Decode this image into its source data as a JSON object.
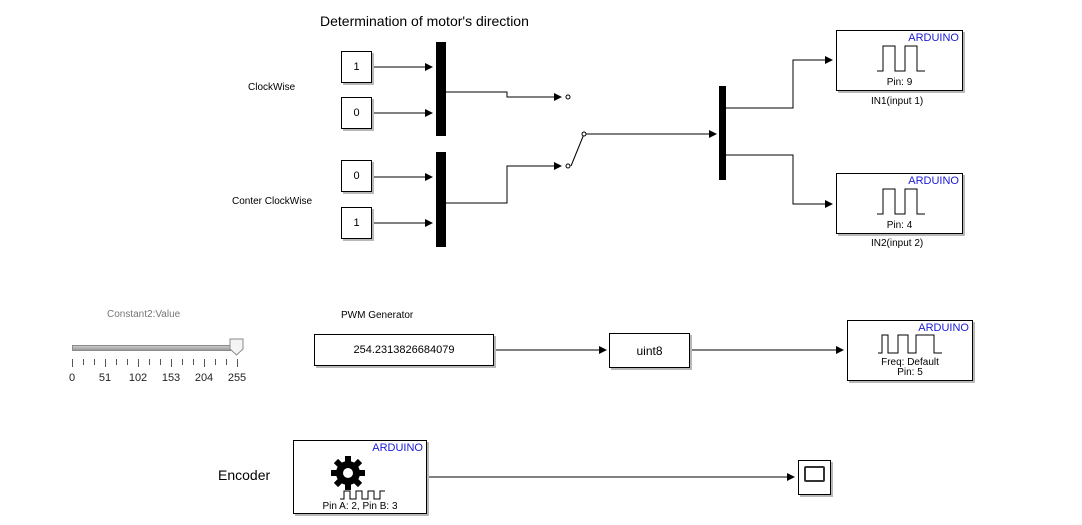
{
  "title": "Determination of motor's direction",
  "labels": {
    "clockwise": "ClockWise",
    "counter_clockwise": "Conter ClockWise",
    "pwm_generator": "PWM Generator",
    "encoder": "Encoder",
    "in1": "IN1(input 1)",
    "in2": "IN2(input 2)"
  },
  "constants": {
    "cw_top": "1",
    "cw_bottom": "0",
    "ccw_top": "0",
    "ccw_bottom": "1",
    "pwm_value": "254.2313826684079"
  },
  "convert_block": "uint8",
  "arduino_blocks": {
    "brand": "ARDUINO",
    "in1_pin": "Pin: 9",
    "in2_pin": "Pin: 4",
    "pwm_freq": "Freq: Default",
    "pwm_pin": "Pin: 5",
    "encoder_pins": "Pin A: 2, Pin B: 3"
  },
  "slider": {
    "label": "Constant2:Value",
    "ticks": [
      "0",
      "51",
      "102",
      "153",
      "204",
      "255"
    ],
    "min": 0,
    "max": 255,
    "value": 255
  }
}
